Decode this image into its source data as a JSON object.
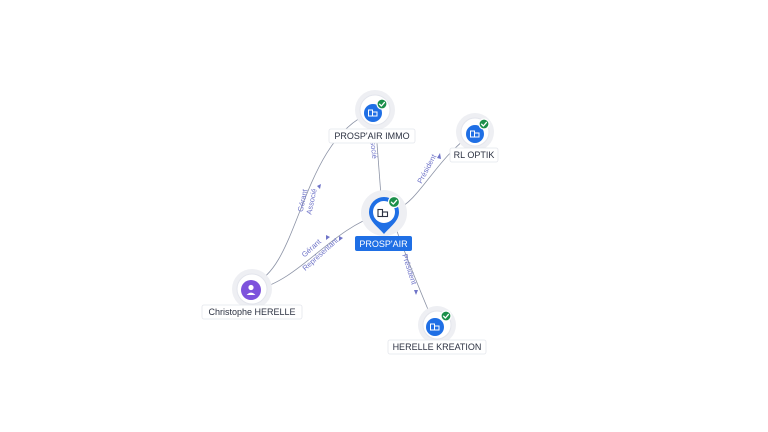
{
  "nodes": {
    "main": {
      "label": "PROSP'AIR",
      "type": "company",
      "verified": true,
      "icon": "building-icon"
    },
    "immo": {
      "label": "PROSP'AIR IMMO",
      "type": "company",
      "verified": true,
      "icon": "building-icon"
    },
    "optik": {
      "label": "RL OPTIK",
      "type": "company",
      "verified": true,
      "icon": "building-icon"
    },
    "kreation": {
      "label": "HERELLE KREATION",
      "type": "company",
      "verified": true,
      "icon": "building-icon"
    },
    "person": {
      "label": "Christophe HERELLE",
      "type": "person",
      "icon": "person-icon"
    }
  },
  "edges": {
    "main_immo": {
      "label": "Associé"
    },
    "main_optik": {
      "label": "Président"
    },
    "main_kreation": {
      "label": "Président"
    },
    "person_immo": {
      "label1": "Gérant",
      "label2": "Associé"
    },
    "person_main": {
      "label1": "Gérant",
      "label2": "Représentant"
    }
  },
  "colors": {
    "company": "#1f6fe5",
    "person": "#7d52dc",
    "verified": "#1b8f4a",
    "edge_label": "#6f74c8"
  }
}
